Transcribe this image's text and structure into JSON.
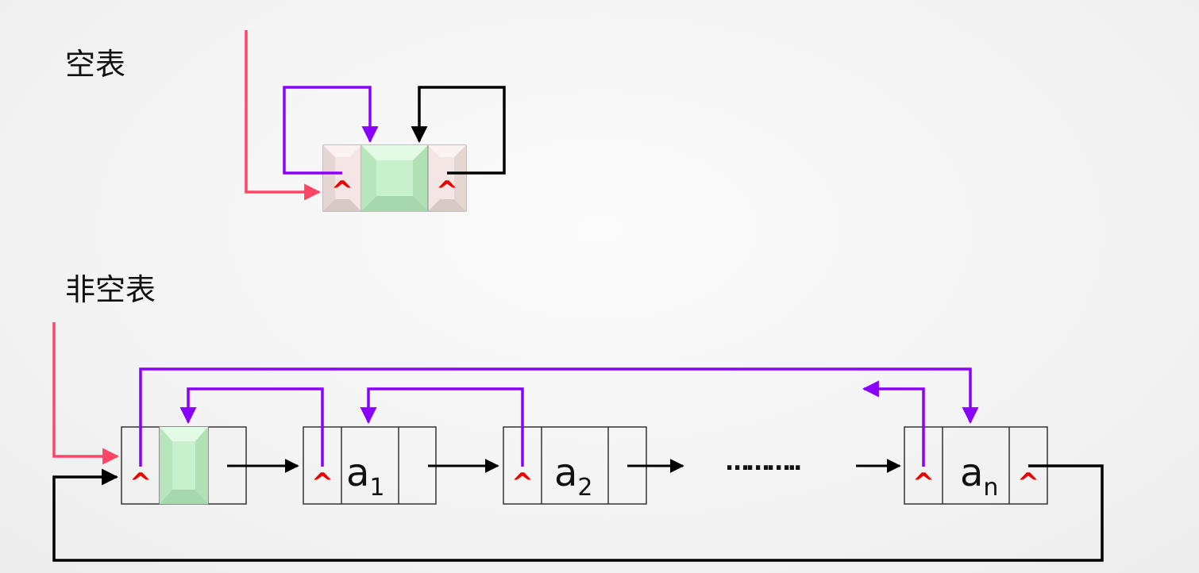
{
  "empty_list": {
    "title": "空表",
    "null_marker": "^"
  },
  "nonempty_list": {
    "title": "非空表",
    "null_marker": "^",
    "nodes": [
      {
        "base": "a",
        "sub": "1"
      },
      {
        "base": "a",
        "sub": "2"
      },
      {
        "base": "a",
        "sub": "n"
      }
    ],
    "ellipsis": "……….."
  },
  "colors": {
    "head_pointer": "#ff4466",
    "prior_link": "#8a00ff",
    "next_link": "#000000",
    "null_marker": "#ee0000",
    "head_data_fill": "#c8f0cc",
    "pointer_cell_fill": "#f3e6e4"
  }
}
